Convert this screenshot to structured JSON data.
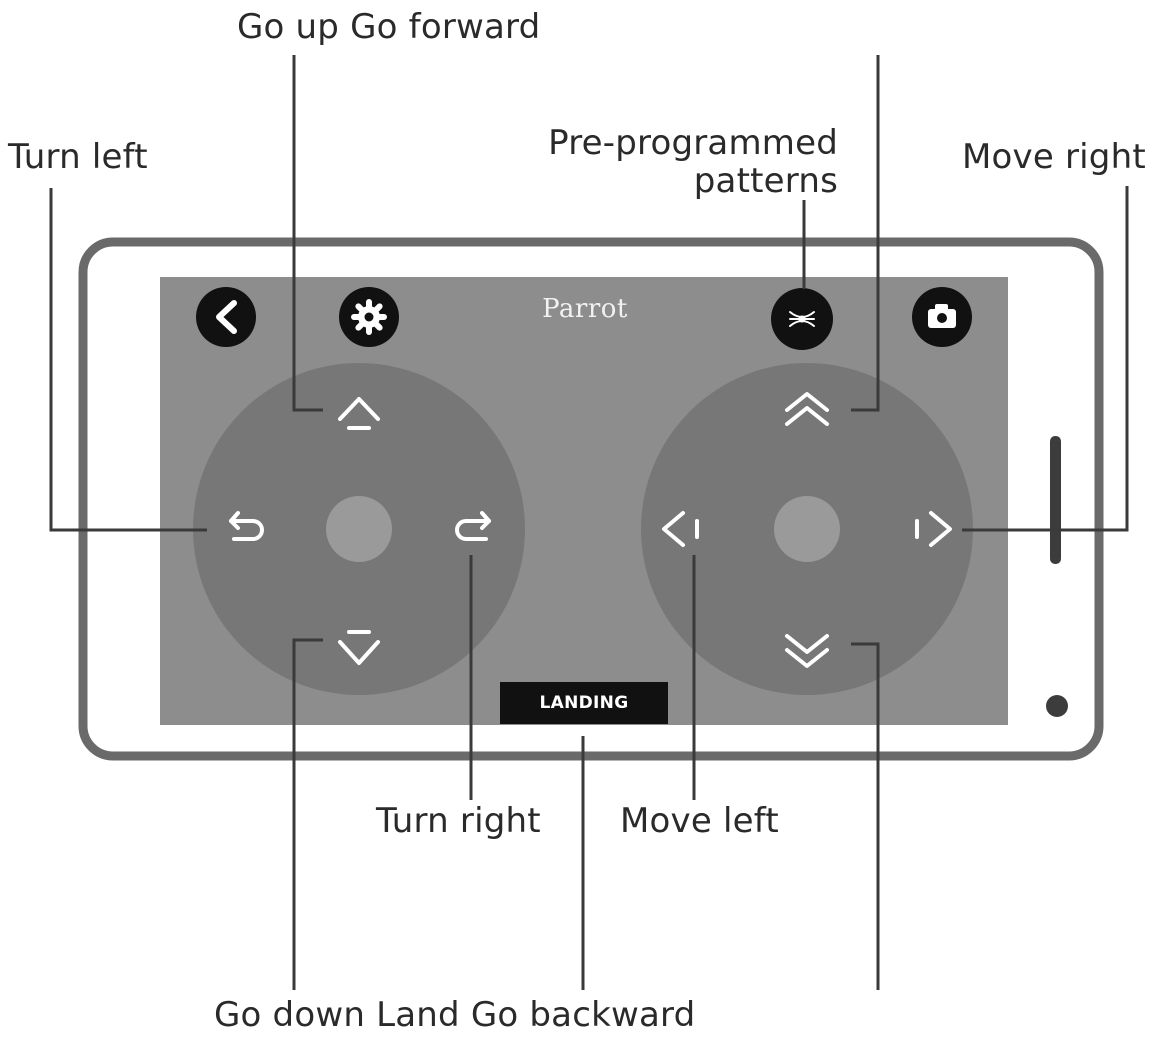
{
  "app": {
    "brand": "Parrot"
  },
  "labels": {
    "go_up_go_forward": "Go up Go forward",
    "turn_left": "Turn left",
    "pre_programmed_line1": "Pre-programmed",
    "pre_programmed_line2": "patterns",
    "move_right": "Move right",
    "turn_right": "Turn right",
    "move_left": "Move left",
    "go_down_land_go_backward": "Go down Land Go backward"
  },
  "controls": {
    "landing_label": "LANDING"
  },
  "icons": {
    "back": "chevron-left-icon",
    "settings": "gear-icon",
    "patterns": "patterns-icon",
    "camera": "camera-icon",
    "go_up": "arrow-up-icon",
    "go_down": "arrow-down-icon",
    "turn_left": "rotate-left-icon",
    "turn_right": "rotate-right-icon",
    "go_forward": "double-chevron-up-icon",
    "go_backward": "double-chevron-down-icon",
    "move_left": "move-left-icon",
    "move_right": "move-right-icon"
  },
  "colors": {
    "screen": "#8d8d8d",
    "joystick": "#777777",
    "joystick_center": "#9a9a9a",
    "phone_frame": "#6a6a6a",
    "icon_button": "#111111",
    "leader_line": "#3a3a3a"
  }
}
